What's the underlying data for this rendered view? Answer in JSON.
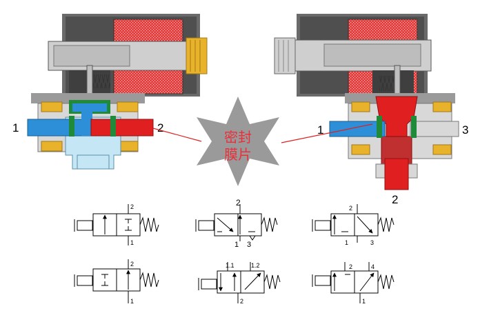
{
  "callout": {
    "line1": "密封",
    "line2": "膜片",
    "star_color": "#9a9a9a",
    "text_color": "#e8303a"
  },
  "left_valve": {
    "port_left": "1",
    "port_right": "2"
  },
  "right_valve": {
    "port_left": "1",
    "port_right": "3",
    "port_bottom": "2"
  },
  "colors": {
    "blue_fluid": "#2d8fd8",
    "light_blue": "#c4e6f5",
    "red_fluid": "#e02020",
    "coil": "#e83838",
    "seal_green": "#1f8a3a",
    "brass": "#e8b22a",
    "steel_dark": "#5a5a5a",
    "steel_light": "#d0d0d0"
  },
  "symbols": {
    "sym1": {
      "top": "2",
      "bottom": "1"
    },
    "sym2": {
      "top": "2",
      "bottom_left": "1",
      "bottom_right": "3"
    },
    "sym3": {
      "top": "2",
      "bottom_left": "1",
      "bottom_right": "3"
    },
    "sym4": {
      "top": "2",
      "bottom": "1"
    },
    "sym5": {
      "top_left": "1.1",
      "top_right": "1.2",
      "bottom": "2"
    },
    "sym6": {
      "top_left": "2",
      "top_right": "4",
      "bottom": "1"
    }
  }
}
